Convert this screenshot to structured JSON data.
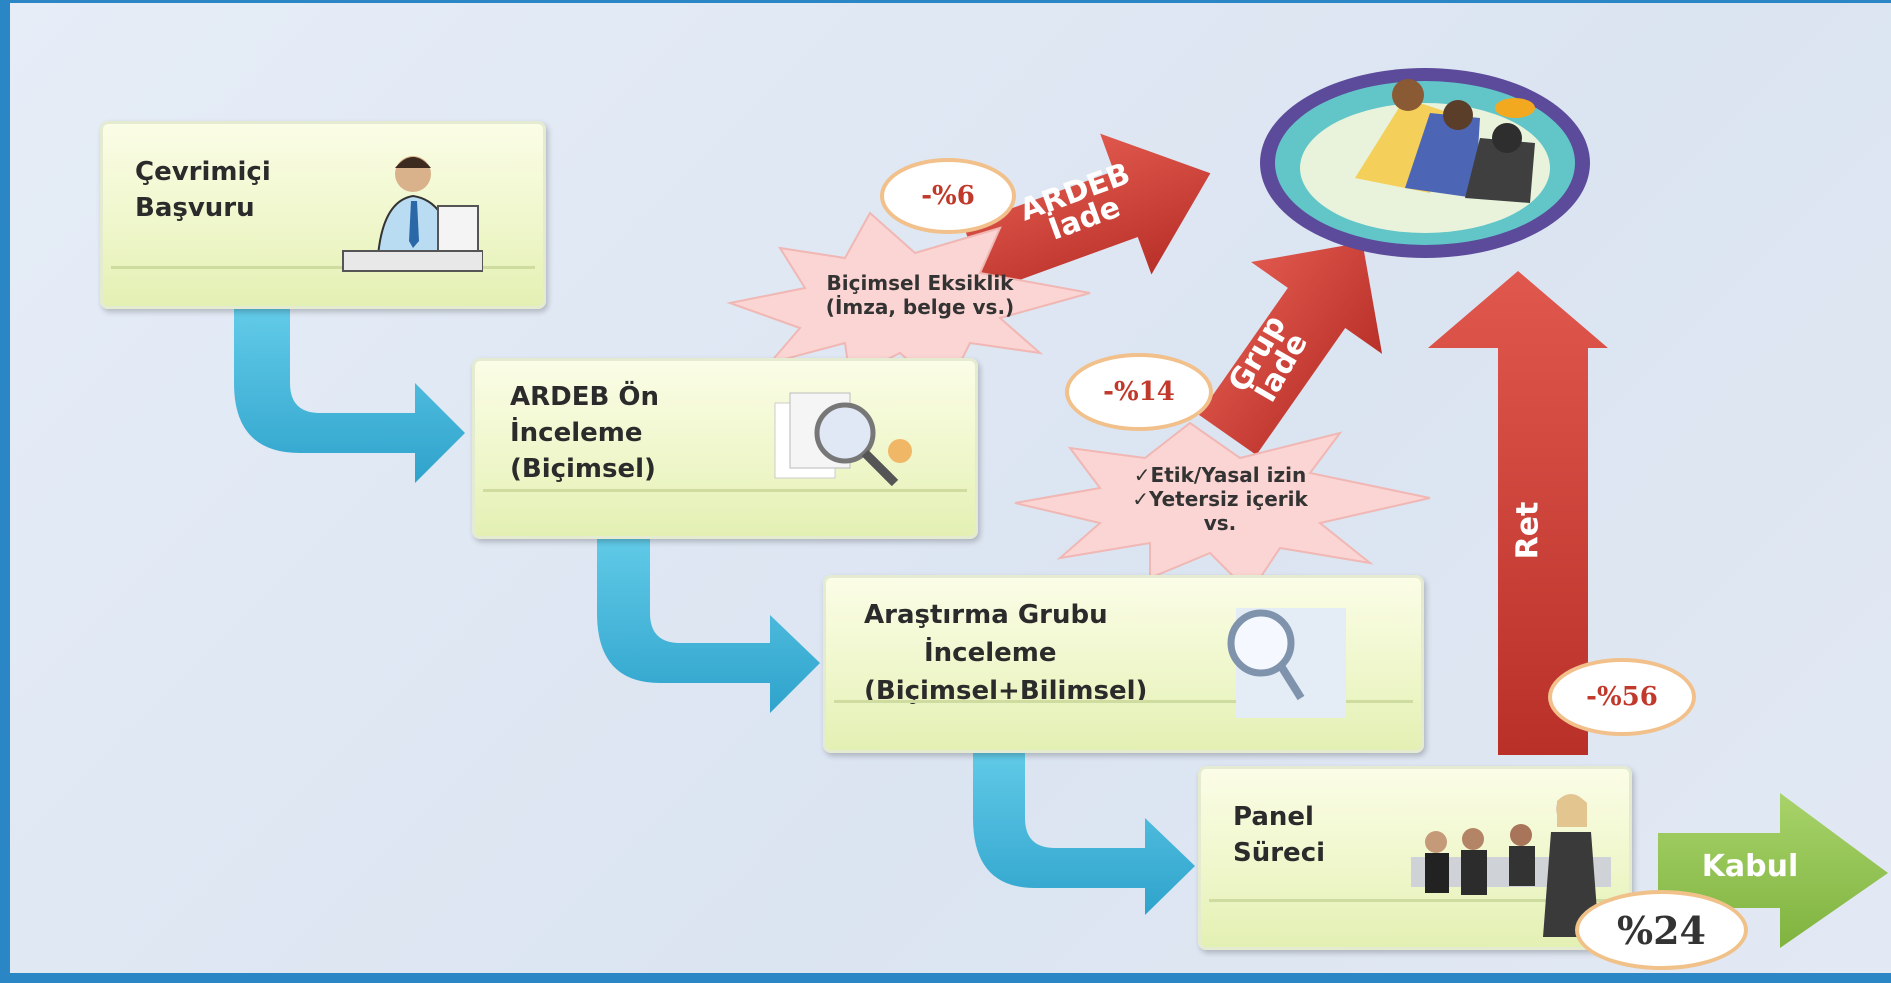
{
  "steps": {
    "cevrimici": {
      "line1": "Çevrimiçi",
      "line2": "Başvuru"
    },
    "on_inceleme": {
      "line1": "ARDEB Ön",
      "line2": "İnceleme",
      "line3": "(Biçimsel)"
    },
    "arastirma": {
      "line1": "Araştırma Grubu",
      "line2": "İnceleme",
      "line3": "(Biçimsel+Bilimsel)"
    },
    "panel": {
      "line1": "Panel",
      "line2": "Süreci"
    }
  },
  "arrows": {
    "ardeb_iade": {
      "line1": "ARDEB",
      "line2": "İade",
      "color": "#d2453b"
    },
    "grup_iade": {
      "line1": "Grup",
      "line2": "İade",
      "color": "#d2453b"
    },
    "ret": {
      "label": "Ret",
      "color": "#d2453b"
    },
    "kabul": {
      "label": "Kabul",
      "color": "#8fc24d"
    }
  },
  "percentages": {
    "ardeb_iade": "-%6",
    "grup_iade": "-%14",
    "ret": "-%56",
    "kabul": "%24"
  },
  "reasons": {
    "bicimsel": {
      "line1": "Biçimsel Eksiklik",
      "line2": "(İmza, belge vs.)"
    },
    "icerik": {
      "line1": "✓Etik/Yasal izin",
      "line2": "✓Yetersiz içerik",
      "line3": "vs."
    }
  },
  "icons": {
    "step1": "person-typing-icon",
    "step2": "magnifier-documents-icon",
    "step3": "magnifying-glass-icon",
    "step4": "business-people-icon",
    "result": "group-meeting-icon"
  },
  "colors": {
    "flow_arrow": "#3ab2d6",
    "box_fill": "#eef6c9",
    "star_fill": "#fbd5d3"
  }
}
